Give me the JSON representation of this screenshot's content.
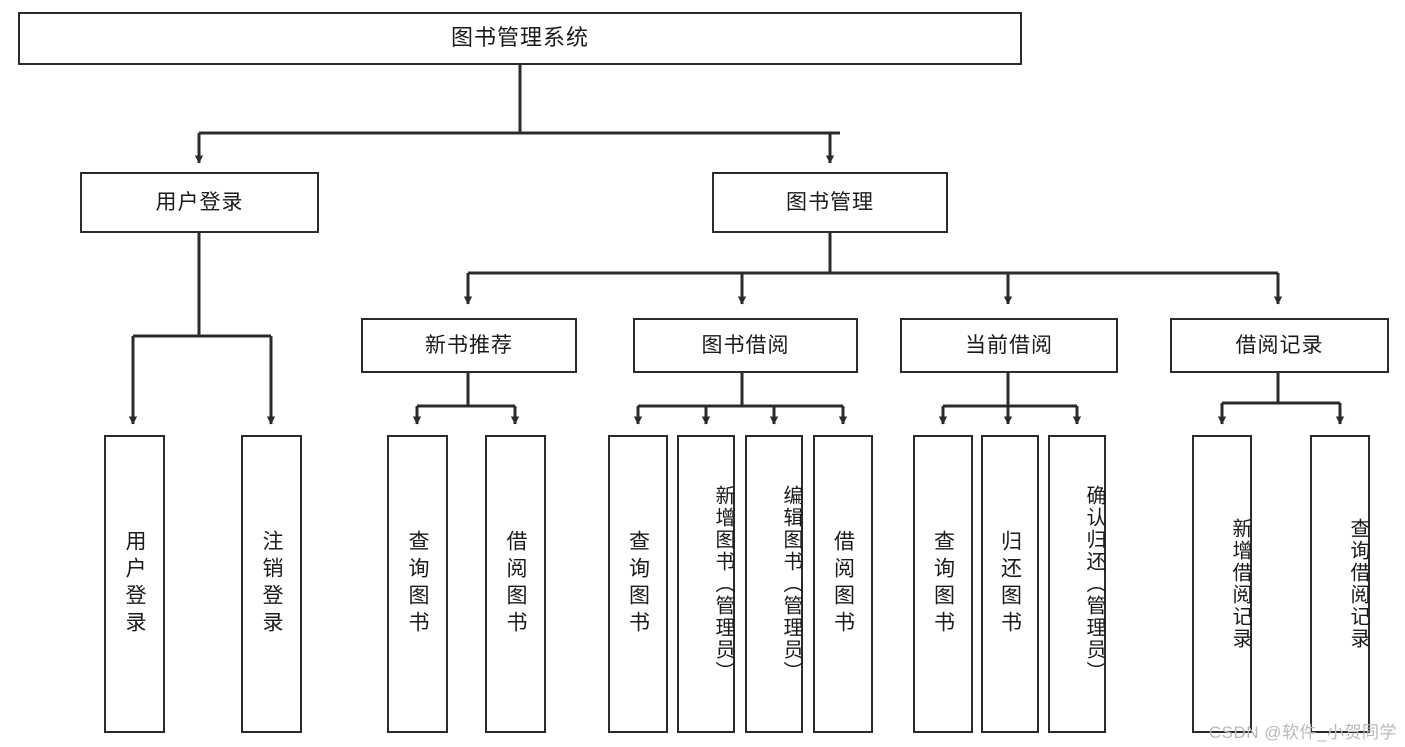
{
  "diagram": {
    "title": "图书管理系统",
    "type": "tree-hierarchy-diagram",
    "colors": {
      "box_border": "#2b2b2b",
      "box_fill": "#ffffff",
      "connector": "#2b2b2b",
      "text": "#1a1a1a",
      "watermark": "#b9b9b9"
    }
  },
  "root": {
    "label": "图书管理系统"
  },
  "level1": [
    {
      "label": "用户登录"
    },
    {
      "label": "图书管理"
    }
  ],
  "level2": [
    {
      "label": "新书推荐"
    },
    {
      "label": "图书借阅"
    },
    {
      "label": "当前借阅"
    },
    {
      "label": "借阅记录"
    }
  ],
  "leaves": {
    "user_login": [
      {
        "label": "用户登录"
      },
      {
        "label": "注销登录"
      }
    ],
    "new_book": [
      {
        "label": "查询图书"
      },
      {
        "label": "借阅图书"
      }
    ],
    "book_borrow": [
      {
        "label": "查询图书"
      },
      {
        "label": "新增图书（管理员）"
      },
      {
        "label": "编辑图书（管理员）"
      },
      {
        "label": "借阅图书"
      }
    ],
    "current_borrow": [
      {
        "label": "查询图书"
      },
      {
        "label": "归还图书"
      },
      {
        "label": "确认归还（管理员）"
      }
    ],
    "borrow_record": [
      {
        "label": "新增借阅记录"
      },
      {
        "label": "查询借阅记录"
      }
    ]
  },
  "watermark": {
    "text": "CSDN @软件_小贺同学"
  }
}
